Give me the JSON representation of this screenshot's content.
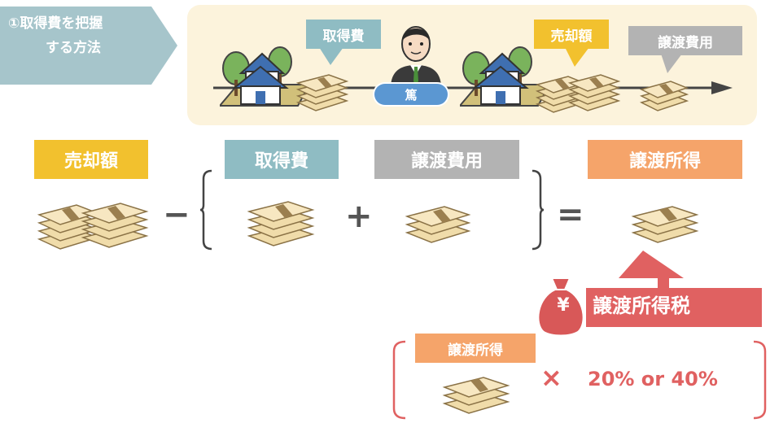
{
  "step": {
    "line1": "①取得費を把握",
    "line2": "する方法"
  },
  "timeline": {
    "acquisition_label": "取得費",
    "sale_label": "売却額",
    "transfer_cost_label": "譲渡費用",
    "person_name": "篤"
  },
  "equation": {
    "sale_label": "売却額",
    "minus": "−",
    "acquisition_label": "取得費",
    "plus": "+",
    "transfer_cost_label": "譲渡費用",
    "equals": "=",
    "income_label": "譲渡所得"
  },
  "tax": {
    "yen_symbol": "¥",
    "label": "譲渡所得税",
    "income_label": "譲渡所得",
    "times": "×",
    "rate_text": "20% or 40%"
  },
  "colors": {
    "step_tag": "#a6c5cb",
    "panel": "#fcf3dc",
    "sale_gold": "#f2c12e",
    "acquisition_teal": "#8fbcc3",
    "transfer_gray": "#b3b3b3",
    "income_orange": "#f5a46a",
    "tax_red": "#e06161"
  }
}
